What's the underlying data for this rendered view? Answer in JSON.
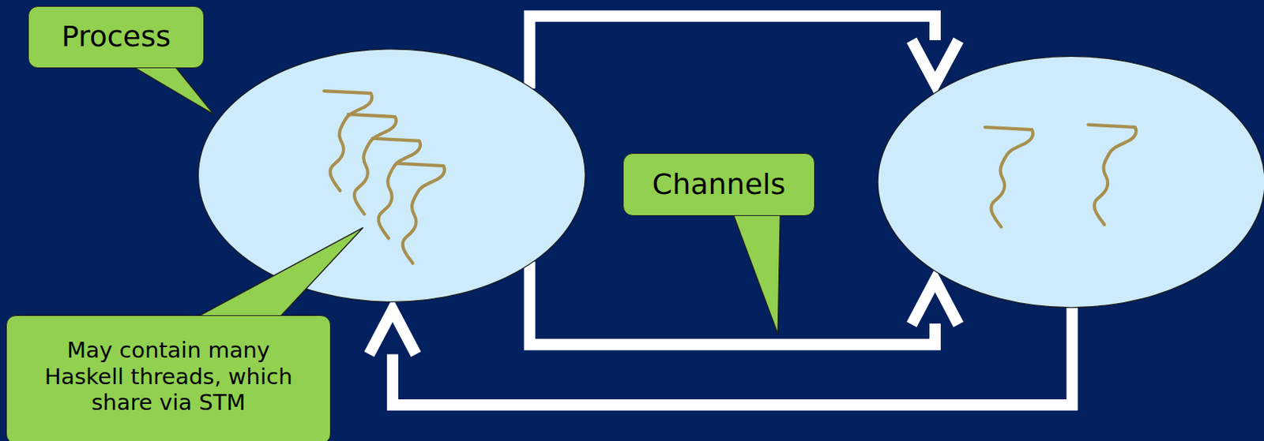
{
  "diagram": {
    "nodes": [
      {
        "text": [
          "Process"
        ]
      },
      {
        "text": [
          "Channels"
        ]
      },
      {
        "text": [
          "May contain many Haskell threads, which share via STM"
        ]
      }
    ]
  }
}
